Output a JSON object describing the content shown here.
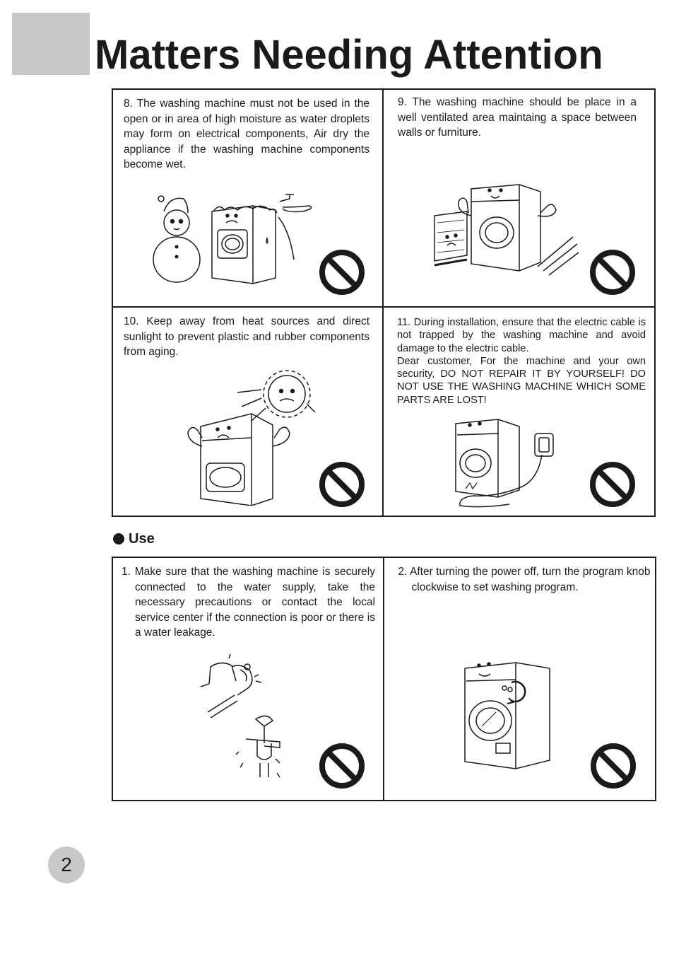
{
  "page": {
    "title": "Matters Needing Attention",
    "page_number": "2"
  },
  "attention": {
    "items": [
      {
        "text": "8. The washing machine must not be used in the open or in area of high moisture as water droplets may form on electrical components, Air dry the appliance if the washing machine components become wet.",
        "illustration": "snowman-and-wet-washer-illustration",
        "icon": "prohibited-icon"
      },
      {
        "text": "9. The washing machine should be place in a well ventilated area maintaing  a space between walls or furniture.",
        "illustration": "washer-against-wall-illustration",
        "icon": "prohibited-icon"
      },
      {
        "text": "10. Keep away from heat sources and direct sunlight to prevent plastic and rubber components from aging.",
        "illustration": "washer-under-sun-illustration",
        "icon": "prohibited-icon"
      },
      {
        "text": "11. During installation, ensure that the electric cable is not trapped by the washing machine and avoid damage to the electric cable.\nDear customer, For the machine and your own security, DO NOT REPAIR IT BY YOURSELF! DO NOT USE THE WASHING MACHINE WHICH SOME PARTS ARE LOST!",
        "illustration": "washer-trapped-cable-illustration",
        "icon": "prohibited-icon"
      }
    ]
  },
  "use": {
    "heading": "Use",
    "items": [
      {
        "text": "1. Make sure that the washing machine is securely connected to the water supply, take the necessary precautions or contact the local service center if the connection is poor or there is a water leakage.",
        "illustration": "leaking-tap-illustration",
        "icon": "prohibited-icon"
      },
      {
        "text": "2. After turning the  power off, turn the program knob clockwise to set washing program.",
        "illustration": "washer-knob-clockwise-illustration",
        "icon": "prohibited-icon"
      }
    ]
  },
  "colors": {
    "text": "#1a1a1a",
    "accent_gray": "#c8c8c8",
    "border": "#1a1a1a"
  }
}
